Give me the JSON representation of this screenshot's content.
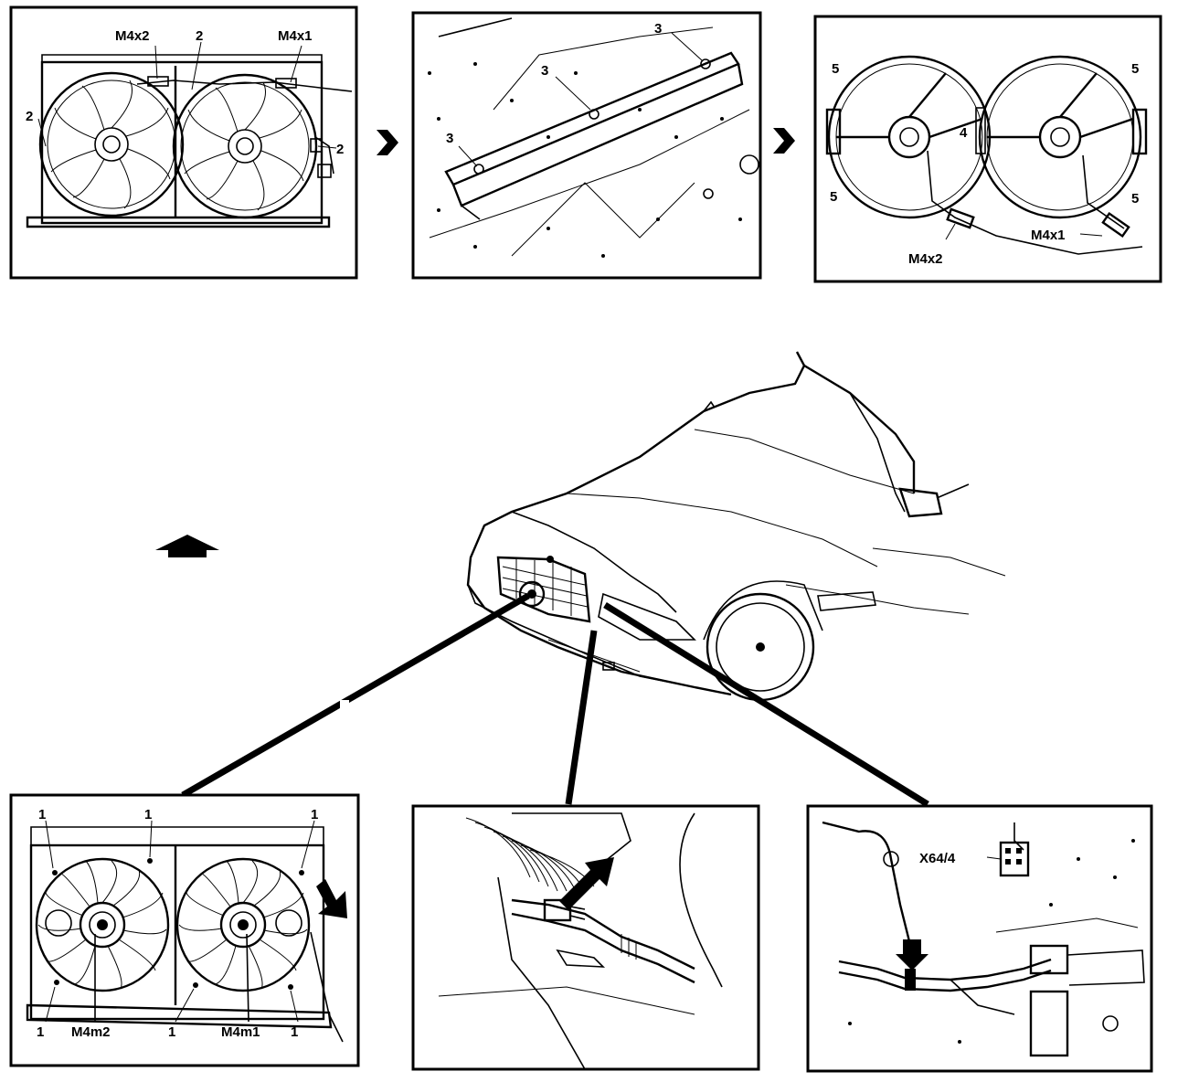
{
  "panels": {
    "top_left": {
      "labels": [
        "M4x2",
        "2",
        "M4x1",
        "2",
        "2"
      ]
    },
    "top_middle": {
      "labels": [
        "3",
        "3",
        "3"
      ]
    },
    "top_right": {
      "labels": [
        "5",
        "5",
        "4",
        "5",
        "5",
        "M4x1",
        "M4x2"
      ]
    },
    "bottom_left": {
      "labels": [
        "1",
        "1",
        "1",
        "1",
        "1",
        "1",
        "M4m2",
        "M4m1"
      ]
    },
    "bottom_right": {
      "labels": [
        "X64/4"
      ]
    }
  },
  "colors": {
    "ink": "#000000",
    "paper": "#ffffff"
  }
}
